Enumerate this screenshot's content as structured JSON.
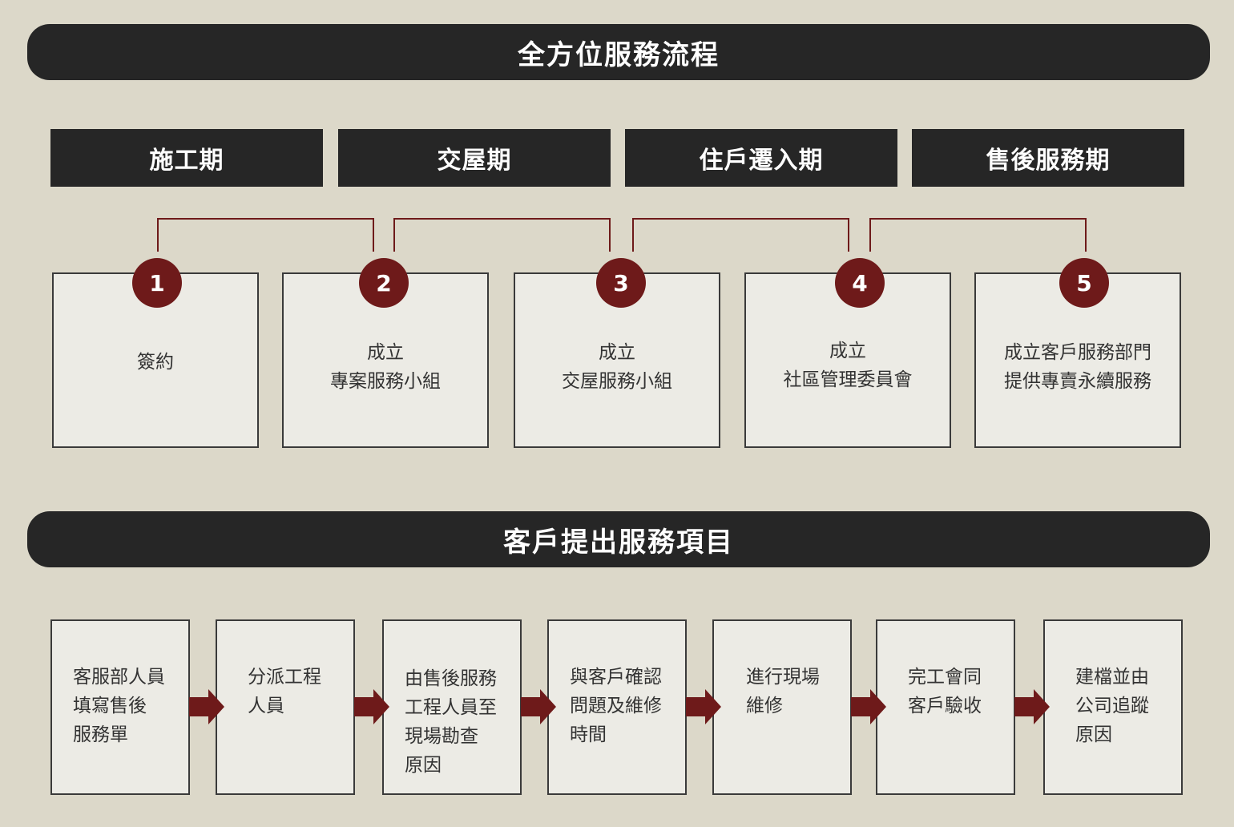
{
  "title_process": "全方位服務流程",
  "phases": [
    "施工期",
    "交屋期",
    "住戶遷入期",
    "售後服務期"
  ],
  "steps": [
    {
      "number": "1",
      "label": "簽約"
    },
    {
      "number": "2",
      "label": "成立\n專案服務小組"
    },
    {
      "number": "3",
      "label": "成立\n交屋服務小組"
    },
    {
      "number": "4",
      "label": "成立\n社區管理委員會"
    },
    {
      "number": "5",
      "label": "成立客戶服務部門\n提供專賣永續服務"
    }
  ],
  "title_service": "客戶提出服務項目",
  "service_steps": [
    "客服部人員\n填寫售後\n服務單",
    "分派工程\n人員",
    "由售後服務\n工程人員至\n現場勘查\n原因",
    "與客戶確認\n問題及維修\n時間",
    "進行現場\n維修",
    "完工會同\n客戶驗收",
    "建檔並由\n公司追蹤\n原因"
  ],
  "colors": {
    "background": "#dcd8c9",
    "dark": "#262626",
    "accent": "#6e1a1a",
    "box": "#ecebe5"
  }
}
